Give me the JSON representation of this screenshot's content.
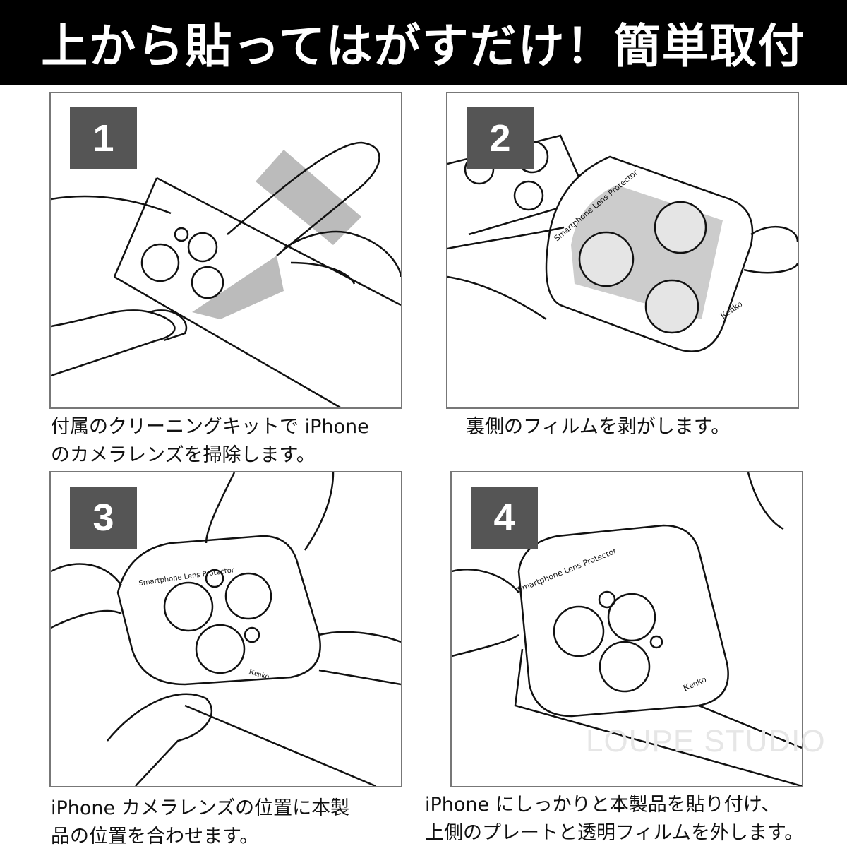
{
  "banner": {
    "title": "上から貼ってはがすだけ！簡単取付"
  },
  "steps": [
    {
      "number": "1",
      "caption_line1": "付属のクリーニングキットで iPhone",
      "caption_line2": "のカメラレンズを掃除します。"
    },
    {
      "number": "2",
      "caption_line1": "裏側のフィルムを剥がします。",
      "caption_line2": ""
    },
    {
      "number": "3",
      "caption_line1": "iPhone カメラレンズの位置に本製",
      "caption_line2": "品の位置を合わせます。"
    },
    {
      "number": "4",
      "caption_line1": "iPhone  にしっかりと本製品を貼り付け、",
      "caption_line2": "上側のプレートと透明フィルムを外します。"
    }
  ],
  "product": {
    "label": "Smartphone Lens Protector",
    "brand": "Kenko"
  },
  "watermark": "LOUPE STUDIO",
  "colors": {
    "banner_bg": "#000000",
    "number_box": "#555555",
    "film_gray": "#b8b8b8"
  }
}
